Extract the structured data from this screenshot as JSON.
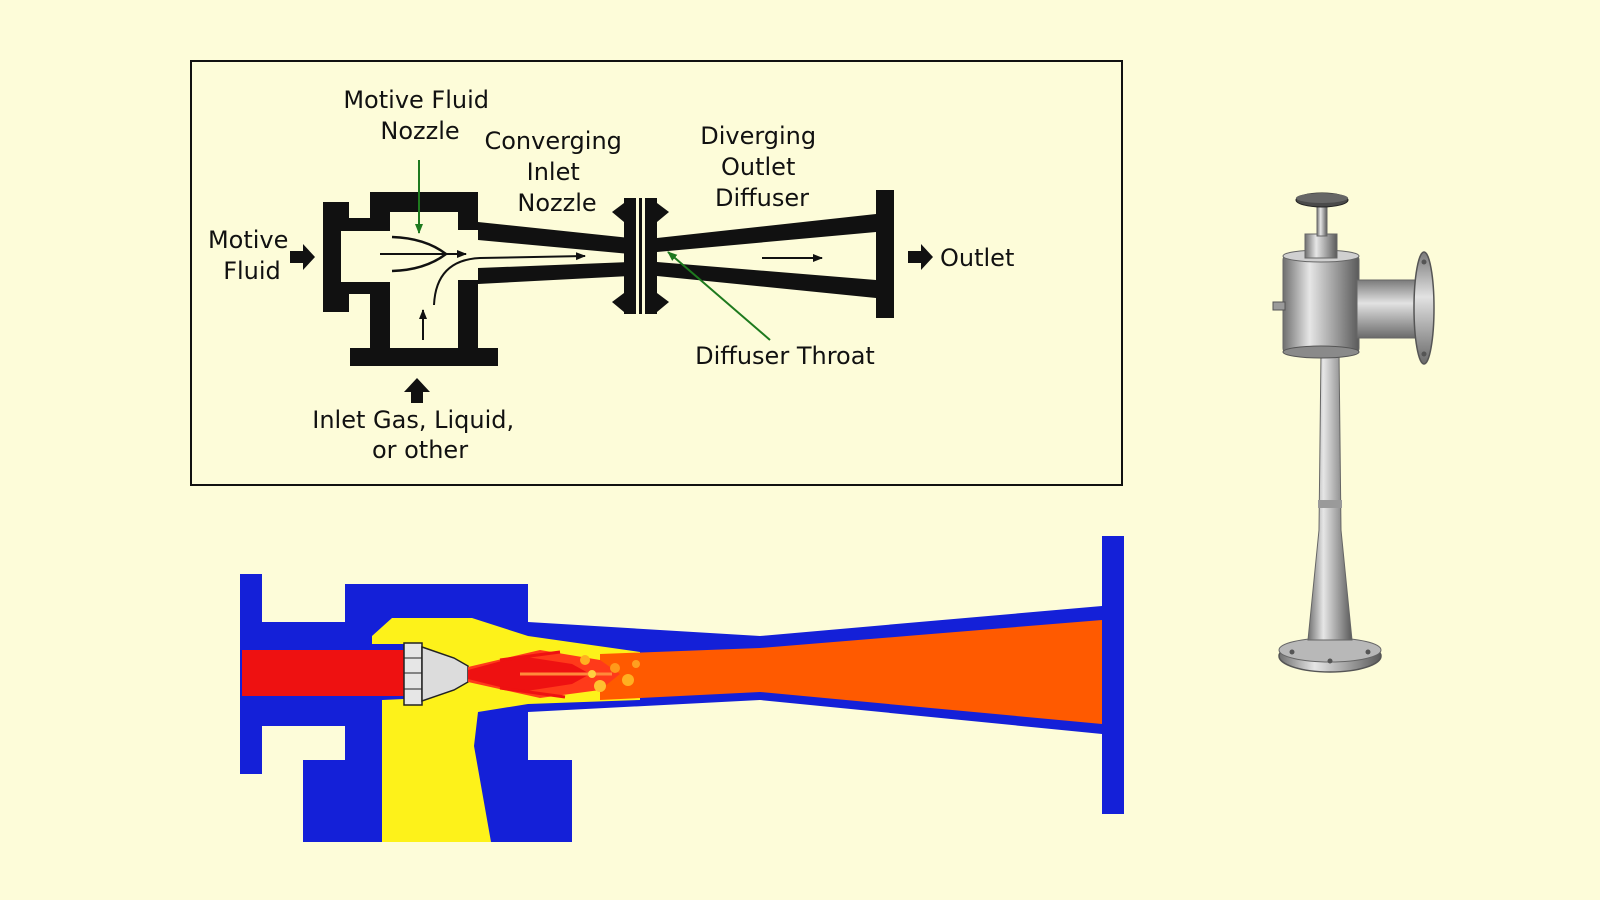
{
  "colors": {
    "background": "#fdfcd9",
    "outline": "#111111",
    "leader": "#1e7a1e",
    "body_blue": "#1420d8",
    "motive_red": "#ee1111",
    "suction_yellow": "#fdf21a",
    "mixed_orange": "#ff5a00",
    "steel": "#b4b4b4"
  },
  "schematic": {
    "labels": {
      "motive_nozzle": [
        "Motive Fluid",
        "Nozzle"
      ],
      "converging": [
        "Converging",
        "Inlet",
        "Nozzle"
      ],
      "diverging": [
        "Diverging",
        "Outlet",
        "Diffuser"
      ],
      "motive_fluid": [
        "Motive",
        "Fluid"
      ],
      "outlet": "Outlet",
      "throat": "Diffuser Throat",
      "inlet": [
        "Inlet Gas, Liquid,",
        "or other"
      ]
    }
  },
  "icons": {
    "arrow": "block-arrow-icon",
    "flow": "flow-arrow-icon"
  }
}
